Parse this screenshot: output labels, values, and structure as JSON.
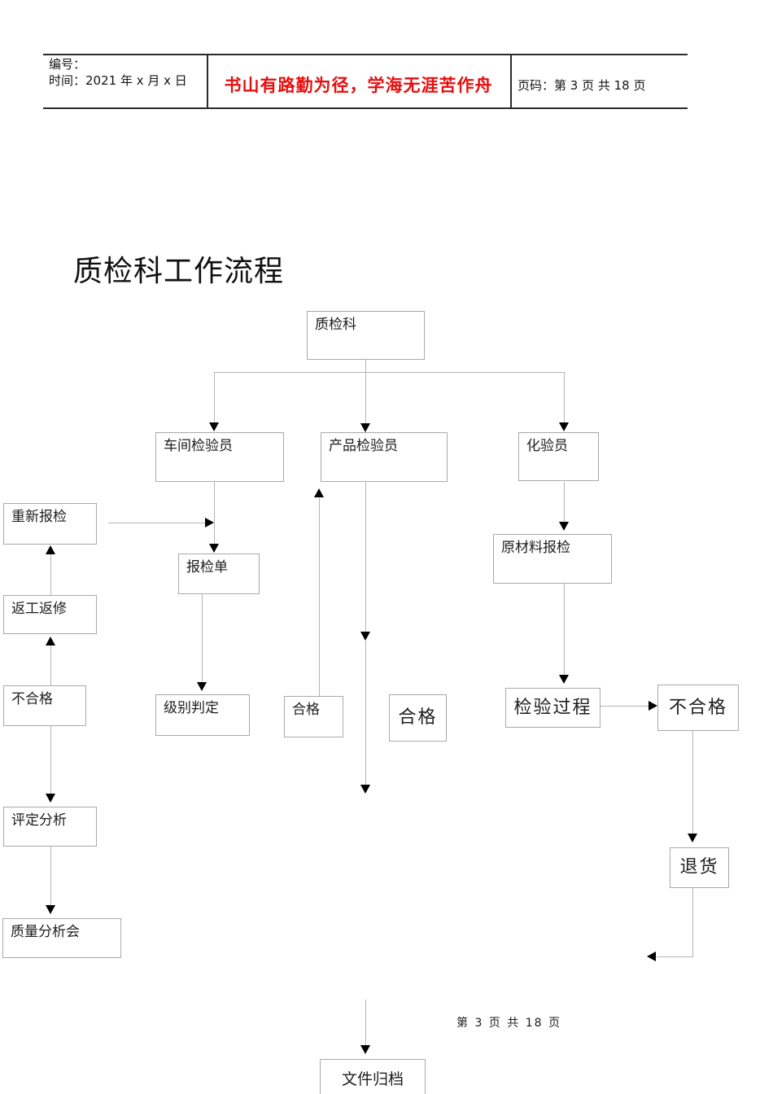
{
  "header": {
    "serial_label": "编号：",
    "time_label": "时间：2021 年 x 月 x 日",
    "slogan": "书山有路勤为径，学海无涯苦作舟",
    "page_label": "页码：第 3 页 共 18 页"
  },
  "document": {
    "title": "质检科工作流程"
  },
  "flowchart": {
    "nodes": {
      "quality_dept": "质检科",
      "workshop_inspector": "车间检验员",
      "product_inspector": "产品检验员",
      "lab_assayer": "化验员",
      "re_inspection": "重新报检",
      "inspection_form": "报检单",
      "rework_repair": "返工返修",
      "unqualified_left": "不合格",
      "grade_judgment": "级别判定",
      "qualified_small": "合格",
      "qualified_large": "合格",
      "raw_material_inspection": "原材料报检",
      "inspection_process": "检验过程",
      "unqualified_right": "不合格",
      "return_goods": "退货",
      "evaluation_analysis": "评定分析",
      "quality_analysis_meeting": "质量分析会",
      "file_archiving": "文件归档"
    }
  },
  "footer": {
    "page_info": "第 3 页 共 18 页"
  }
}
